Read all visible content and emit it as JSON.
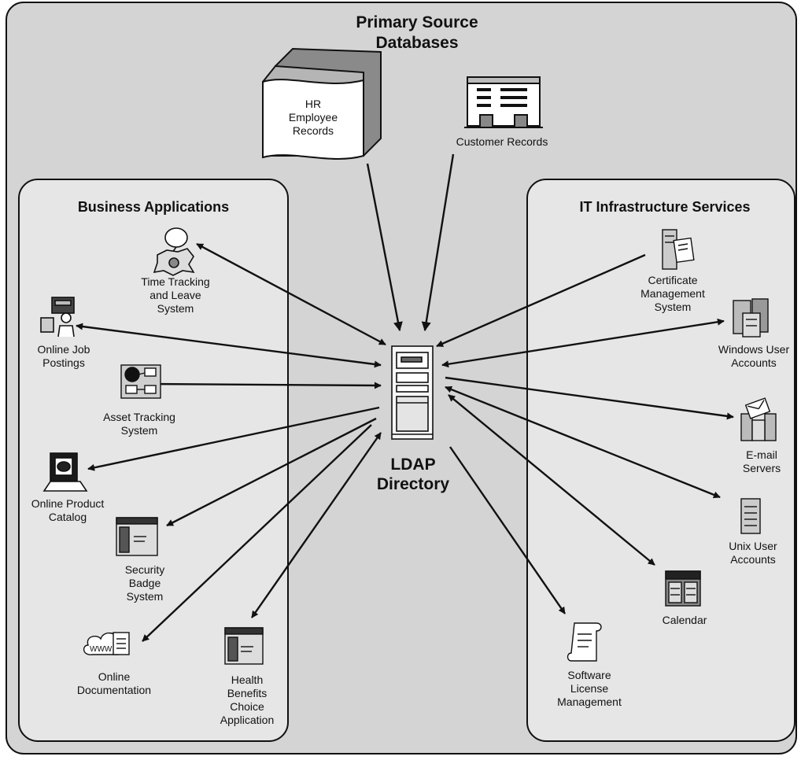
{
  "title": "Primary Source\nDatabases",
  "left_panel": {
    "title": "Business Applications"
  },
  "right_panel": {
    "title": "IT Infrastructure Services"
  },
  "center": {
    "label": "LDAP\nDirectory"
  },
  "sources": [
    {
      "label": "HR\nEmployee\nRecords"
    },
    {
      "label": "Customer Records"
    }
  ],
  "business_apps": [
    {
      "label": "Time Tracking\nand Leave\nSystem"
    },
    {
      "label": "Online Job\nPostings"
    },
    {
      "label": "Asset Tracking\nSystem"
    },
    {
      "label": "Online Product\nCatalog"
    },
    {
      "label": "Security\nBadge\nSystem"
    },
    {
      "label": "Online\nDocumentation"
    },
    {
      "label": "Health\nBenefits\nChoice\nApplication"
    }
  ],
  "it_services": [
    {
      "label": "Certificate\nManagement\nSystem"
    },
    {
      "label": "Windows User\nAccounts"
    },
    {
      "label": "E-mail\nServers"
    },
    {
      "label": "Unix User\nAccounts"
    },
    {
      "label": "Calendar"
    },
    {
      "label": "Software\nLicense\nManagement"
    }
  ],
  "icon_text": {
    "www": "WWW"
  },
  "colors": {
    "outer_panel": "#d4d4d4",
    "inner_panel": "#e6e6e6",
    "stroke": "#111111"
  }
}
